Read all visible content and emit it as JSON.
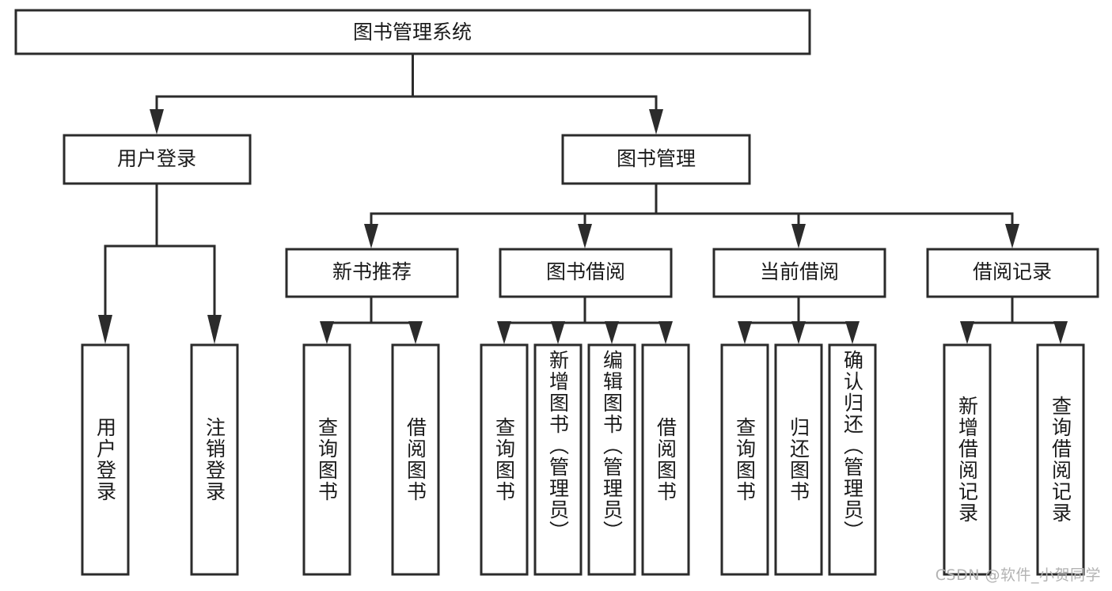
{
  "diagram": {
    "type": "tree",
    "title": "图书管理系统",
    "root": {
      "id": "root",
      "label": "图书管理系统",
      "orientation": "horizontal"
    },
    "level1": [
      {
        "id": "user-login",
        "label": "用户登录",
        "orientation": "horizontal"
      },
      {
        "id": "book-management",
        "label": "图书管理",
        "orientation": "horizontal"
      }
    ],
    "level2": [
      {
        "id": "new-book-recommend",
        "label": "新书推荐",
        "orientation": "horizontal",
        "parent": "book-management"
      },
      {
        "id": "book-borrow",
        "label": "图书借阅",
        "orientation": "horizontal",
        "parent": "book-management"
      },
      {
        "id": "current-borrow",
        "label": "当前借阅",
        "orientation": "horizontal",
        "parent": "book-management"
      },
      {
        "id": "borrow-record",
        "label": "借阅记录",
        "orientation": "horizontal",
        "parent": "book-management"
      }
    ],
    "leaves": [
      {
        "id": "leaf-user-login",
        "label": "用户登录",
        "orientation": "vertical",
        "parent": "user-login"
      },
      {
        "id": "leaf-user-logout",
        "label": "注销登录",
        "orientation": "vertical",
        "parent": "user-login"
      },
      {
        "id": "leaf-query-book-1",
        "label": "查询图书",
        "orientation": "vertical",
        "parent": "new-book-recommend"
      },
      {
        "id": "leaf-borrow-book-1",
        "label": "借阅图书",
        "orientation": "vertical",
        "parent": "new-book-recommend"
      },
      {
        "id": "leaf-query-book-2",
        "label": "查询图书",
        "orientation": "vertical",
        "parent": "book-borrow"
      },
      {
        "id": "leaf-add-book",
        "label": "新增图书（管理员）",
        "orientation": "vertical",
        "parent": "book-borrow"
      },
      {
        "id": "leaf-edit-book",
        "label": "编辑图书（管理员）",
        "orientation": "vertical",
        "parent": "book-borrow"
      },
      {
        "id": "leaf-borrow-book-2",
        "label": "借阅图书",
        "orientation": "vertical",
        "parent": "book-borrow"
      },
      {
        "id": "leaf-query-book-3",
        "label": "查询图书",
        "orientation": "vertical",
        "parent": "current-borrow"
      },
      {
        "id": "leaf-return-book",
        "label": "归还图书",
        "orientation": "vertical",
        "parent": "current-borrow"
      },
      {
        "id": "leaf-confirm-return",
        "label": "确认归还（管理员）",
        "orientation": "vertical",
        "parent": "current-borrow"
      },
      {
        "id": "leaf-add-record",
        "label": "新增借阅记录",
        "orientation": "vertical",
        "parent": "borrow-record"
      },
      {
        "id": "leaf-query-record",
        "label": "查询借阅记录",
        "orientation": "vertical",
        "parent": "borrow-record"
      }
    ],
    "colors": {
      "box_stroke": "#2b2b2b",
      "box_fill": "#ffffff",
      "text": "#1a1a1a",
      "connector": "#2b2b2b",
      "background": "#ffffff",
      "watermark": "#b3b3b3"
    }
  },
  "watermark": {
    "text": "CSDN @软件_小贺同学"
  }
}
